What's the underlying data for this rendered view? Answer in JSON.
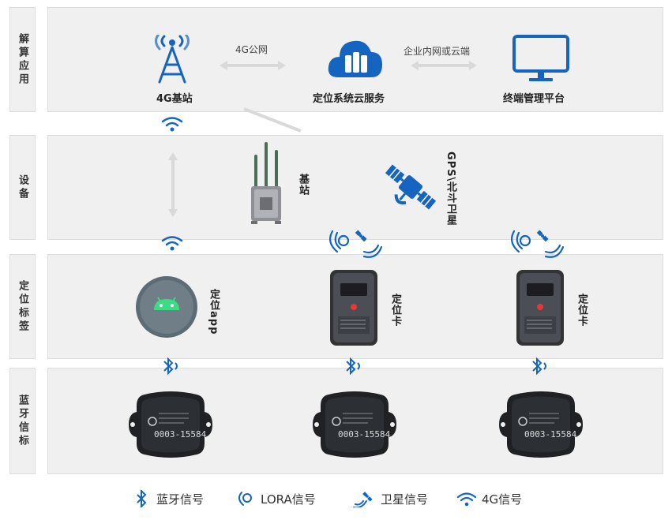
{
  "rows": [
    {
      "label": "解算应用"
    },
    {
      "label": "设备"
    },
    {
      "label": "定位标签"
    },
    {
      "label": "蓝牙信标"
    }
  ],
  "top": {
    "station_4g": "4G基站",
    "link_4g": "4G公网",
    "cloud": "定位系统云服务",
    "link_ent": "企业内网或云端",
    "platform": "终端管理平台"
  },
  "devices": {
    "base_station": "基站",
    "satellite": "GPS\\北斗卫星"
  },
  "tags": {
    "app": "定位app",
    "card1": "定位卡",
    "card2": "定位卡"
  },
  "beacons": [
    {
      "id": "0003-15584"
    },
    {
      "id": "0003-15584"
    },
    {
      "id": "0003-15584"
    }
  ],
  "legend": [
    {
      "icon": "bluetooth-icon",
      "label": "蓝牙信号"
    },
    {
      "icon": "lora-icon",
      "label": "LORA信号"
    },
    {
      "icon": "satellite-signal-icon",
      "label": "卫星信号"
    },
    {
      "icon": "wifi-icon",
      "label": "4G信号"
    }
  ],
  "colors": {
    "accent": "#1565c0",
    "band": "#f0f0f0",
    "arrow": "#d9d9d9"
  }
}
